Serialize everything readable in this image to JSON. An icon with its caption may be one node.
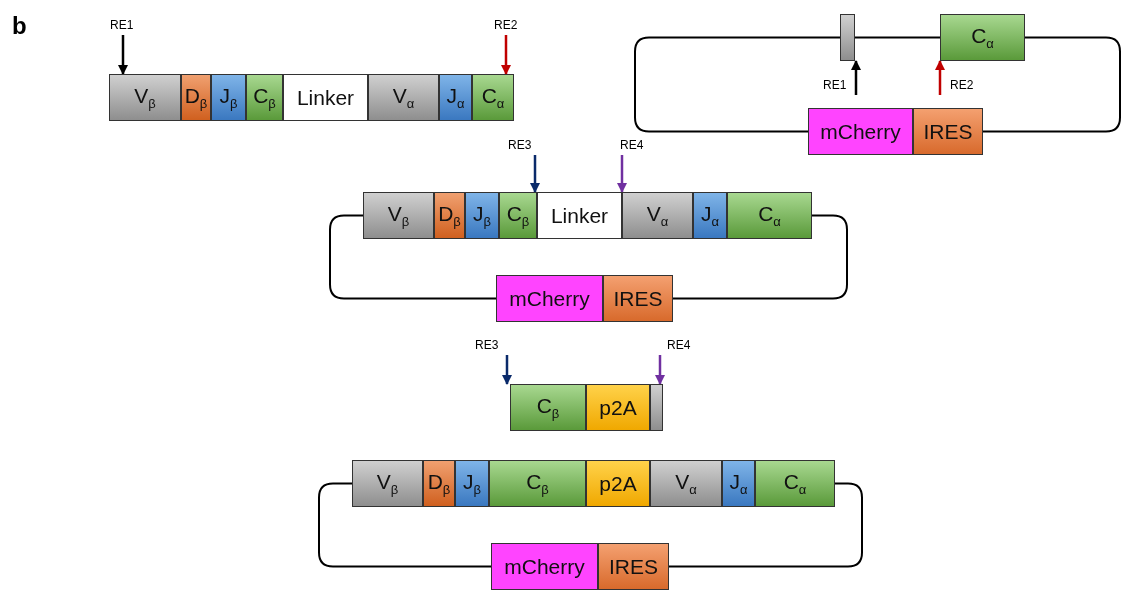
{
  "diagram": {
    "nodes": [
      {
        "text": [
          "V$_{β}$"
        ]
      },
      {
        "text": [
          "D$_{β}$"
        ]
      },
      {
        "text": [
          "J$_{β}$"
        ]
      },
      {
        "text": [
          "C$_{β}$"
        ]
      },
      {
        "text": [
          "Linker"
        ]
      },
      {
        "text": [
          "V$_{α}$"
        ]
      },
      {
        "text": [
          "J$_{α}$"
        ]
      },
      {
        "text": [
          "C$_{α}$"
        ]
      },
      {
        "text": [],
        "shape": "box"
      },
      {
        "text": [
          "C$_{α}$"
        ]
      },
      {
        "text": [
          "mCherry"
        ]
      },
      {
        "text": [
          "IRES"
        ]
      },
      {
        "text": [
          "V$_{β}$"
        ]
      },
      {
        "text": [
          "D$_{β}$"
        ]
      },
      {
        "text": [
          "J$_{β}$"
        ]
      },
      {
        "text": [
          "C$_{β}$"
        ]
      },
      {
        "text": [
          "Linker"
        ]
      },
      {
        "text": [
          "V$_{α}$"
        ]
      },
      {
        "text": [
          "J$_{α}$"
        ]
      },
      {
        "text": [
          "C$_{α}$"
        ]
      },
      {
        "text": [
          "mCherry"
        ]
      },
      {
        "text": [
          "IRES"
        ]
      },
      {
        "text": [
          "C$_{β}$"
        ]
      },
      {
        "text": [
          "p2A"
        ]
      },
      {
        "text": [],
        "shape": "box"
      },
      {
        "text": [
          "V$_{β}$"
        ]
      },
      {
        "text": [
          "D$_{β}$"
        ]
      },
      {
        "text": [
          "J$_{β}$"
        ]
      },
      {
        "text": [
          "C$_{β}$"
        ]
      },
      {
        "text": [
          "p2A"
        ]
      },
      {
        "text": [
          "V$_{α}$"
        ]
      },
      {
        "text": [
          "J$_{α}$"
        ]
      },
      {
        "text": [
          "C$_{α}$"
        ]
      },
      {
        "text": [
          "mCherry"
        ]
      },
      {
        "text": [
          "IRES"
        ]
      },
      {
        "text": [
          "RE1"
        ]
      },
      {
        "text": [
          "RE2"
        ]
      },
      {
        "text": [
          "RE1"
        ]
      },
      {
        "text": [
          "RE2"
        ]
      },
      {
        "text": [
          "RE3"
        ]
      },
      {
        "text": [
          "RE4"
        ]
      },
      {
        "text": [
          "RE3"
        ]
      },
      {
        "text": [
          "RE4"
        ]
      }
    ],
    "edges": [
      {
        "from": 8,
        "to": 9,
        "arrow": "none"
      },
      {
        "from": 8,
        "to": 10,
        "arrow": "none"
      },
      {
        "from": 9,
        "to": 11,
        "arrow": "none"
      },
      {
        "from": 12,
        "to": 20,
        "arrow": "none"
      },
      {
        "from": 19,
        "to": 21,
        "arrow": "none"
      },
      {
        "from": 25,
        "to": 33,
        "arrow": "none"
      },
      {
        "from": 32,
        "to": 34,
        "arrow": "none"
      },
      {
        "from": 35,
        "to": 0,
        "arrow": "to"
      },
      {
        "from": 36,
        "to": 7,
        "arrow": "to",
        "color": "#c00000"
      },
      {
        "from": 37,
        "to": 8,
        "arrow": "to"
      },
      {
        "from": 38,
        "to": 9,
        "arrow": "to",
        "color": "#c00000"
      },
      {
        "from": 39,
        "to": 15,
        "arrow": "to",
        "color": "#0a2a6a"
      },
      {
        "from": 40,
        "to": 17,
        "arrow": "to",
        "color": "#7030a0"
      },
      {
        "from": 41,
        "to": 22,
        "arrow": "to",
        "color": "#0a2a6a"
      },
      {
        "from": 42,
        "to": 24,
        "arrow": "to",
        "color": "#7030a0"
      }
    ],
    "labels": [
      "b"
    ]
  }
}
